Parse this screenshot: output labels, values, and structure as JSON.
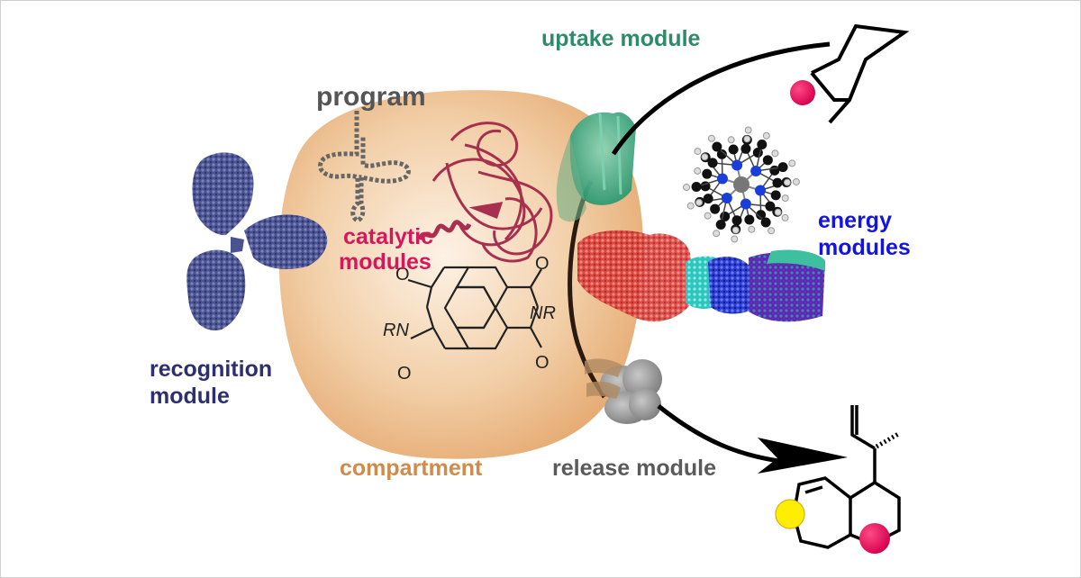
{
  "figure": {
    "labels": {
      "program": "program",
      "uptake": "uptake module",
      "catalytic_line1": "catalytic",
      "catalytic_line2": "modules",
      "energy_line1": "energy",
      "energy_line2": "modules",
      "recognition_line1": "recognition",
      "recognition_line2": "module",
      "compartment": "compartment",
      "release": "release module"
    },
    "chem_atoms": {
      "rn": "RN",
      "nr": "NR",
      "o": "O"
    },
    "colors": {
      "program": "#555555",
      "uptake": "#2e8b68",
      "catalytic": "#d6185a",
      "energy": "#1414e0",
      "recognition": "#2e2f70",
      "compartment": "#d08a4a",
      "release": "#5a5a5a",
      "substrate_dot": "#e0004e",
      "product_dot_yellow": "#ffee00"
    }
  }
}
